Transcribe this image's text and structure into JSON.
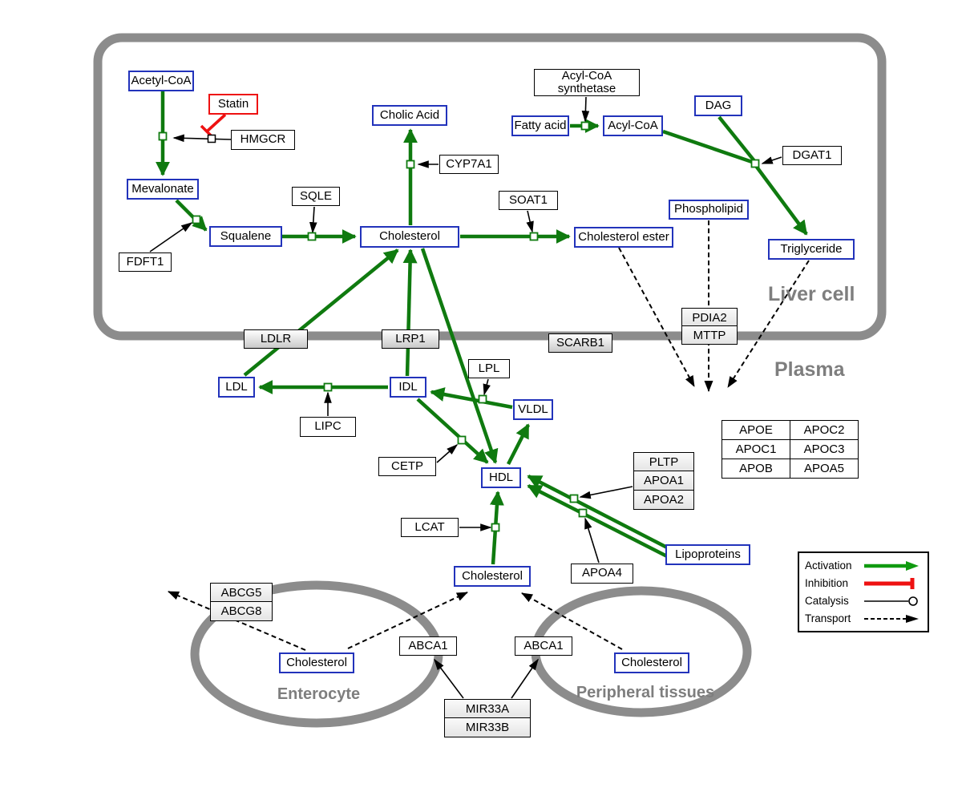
{
  "regions": {
    "liver": "Liver cell",
    "plasma": "Plasma",
    "enterocyte": "Enterocyte",
    "peripheral": "Peripheral tissues"
  },
  "nodes": {
    "acetyl_coa": "Acetyl-CoA",
    "statin": "Statin",
    "hmgcr": "HMGCR",
    "mevalonate": "Mevalonate",
    "fdft1": "FDFT1",
    "squalene": "Squalene",
    "sqle": "SQLE",
    "cholic_acid": "Cholic Acid",
    "cyp7a1": "CYP7A1",
    "cholesterol_liver": "Cholesterol",
    "soat1": "SOAT1",
    "cholesterol_ester": "Cholesterol ester",
    "acyl_coa_synthetase": "Acyl-CoA synthetase",
    "fatty_acid": "Fatty acid",
    "acyl_coa2": "Acyl-CoA",
    "dag": "DAG",
    "dgat1": "DGAT1",
    "phospholipid": "Phospholipid",
    "triglyceride": "Triglyceride",
    "pdia2": "PDIA2",
    "mttp": "MTTP",
    "ldlr": "LDLR",
    "lrp1": "LRP1",
    "scarb1": "SCARB1",
    "ldl": "LDL",
    "idl": "IDL",
    "vldl": "VLDL",
    "hdl": "HDL",
    "lpl": "LPL",
    "lipc": "LIPC",
    "cetp": "CETP",
    "lcat": "LCAT",
    "pltp": "PLTP",
    "apoa1": "APOA1",
    "apoa2": "APOA2",
    "apoa4": "APOA4",
    "lipoproteins": "Lipoproteins",
    "cholesterol_plasma": "Cholesterol",
    "abcg5": "ABCG5",
    "abcg8": "ABCG8",
    "cholesterol_enterocyte": "Cholesterol",
    "abca1_left": "ABCA1",
    "abca1_right": "ABCA1",
    "cholesterol_peripheral": "Cholesterol",
    "mir33a": "MIR33A",
    "mir33b": "MIR33B"
  },
  "apo_table": {
    "rows": [
      [
        "APOE",
        "APOC2"
      ],
      [
        "APOC1",
        "APOC3"
      ],
      [
        "APOB",
        "APOA5"
      ]
    ]
  },
  "legend": {
    "activation": "Activation",
    "inhibition": "Inhibition",
    "catalysis": "Catalysis",
    "transport": "Transport"
  },
  "colors": {
    "activation_green": "#0f7a0f",
    "inhibition_red": "#ee1111",
    "metabolite_blue": "#2233bb",
    "membrane_gray": "#8c8c8c"
  },
  "edges": [
    {
      "from": "Acetyl-CoA",
      "to": "Mevalonate",
      "type": "conversion",
      "enzyme": "HMGCR",
      "inhibited_by": "Statin"
    },
    {
      "from": "Mevalonate",
      "to": "Squalene",
      "type": "conversion",
      "enzyme": "FDFT1"
    },
    {
      "from": "Squalene",
      "to": "Cholesterol",
      "type": "conversion",
      "enzyme": "SQLE"
    },
    {
      "from": "Cholesterol",
      "to": "Cholic Acid",
      "type": "conversion",
      "enzyme": "CYP7A1"
    },
    {
      "from": "Cholesterol",
      "to": "Cholesterol ester",
      "type": "conversion",
      "enzyme": "SOAT1"
    },
    {
      "from": "Fatty acid",
      "to": "Acyl-CoA",
      "type": "conversion",
      "enzyme": "Acyl-CoA synthetase"
    },
    {
      "from": "Acyl-CoA",
      "to": "Triglyceride",
      "type": "conversion",
      "enzyme": "DGAT1"
    },
    {
      "from": "DAG",
      "to": "Triglyceride",
      "type": "conversion",
      "enzyme": "DGAT1"
    },
    {
      "from": "LDL",
      "to": "Cholesterol",
      "type": "activation",
      "via": "LDLR"
    },
    {
      "from": "IDL",
      "to": "Cholesterol",
      "type": "activation",
      "via": "LRP1"
    },
    {
      "from": "Cholesterol",
      "to": "HDL",
      "type": "activation"
    },
    {
      "from": "IDL",
      "to": "LDL",
      "type": "conversion",
      "enzyme": "LIPC"
    },
    {
      "from": "VLDL",
      "to": "IDL",
      "type": "conversion",
      "enzyme": "LPL"
    },
    {
      "from": "IDL",
      "to": "HDL",
      "type": "conversion",
      "enzyme": "CETP"
    },
    {
      "from": "HDL",
      "to": "VLDL",
      "type": "activation"
    },
    {
      "from": "Lipoproteins",
      "to": "HDL",
      "type": "activation",
      "enzymes": [
        "PLTP",
        "APOA1",
        "APOA2"
      ]
    },
    {
      "from": "Lipoproteins",
      "to": "HDL",
      "type": "activation",
      "enzymes": [
        "APOA4"
      ]
    },
    {
      "from": "Cholesterol",
      "to": "HDL",
      "type": "conversion",
      "enzyme": "LCAT"
    },
    {
      "from": "Cholesterol ester",
      "to": "Plasma",
      "type": "transport"
    },
    {
      "from": "Phospholipid",
      "to": "Plasma",
      "type": "transport",
      "via": "PDIA2, MTTP"
    },
    {
      "from": "Triglyceride",
      "to": "Plasma",
      "type": "transport"
    },
    {
      "from": "Cholesterol",
      "type": "transport",
      "via": "ABCG5, ABCG8"
    },
    {
      "from": "Cholesterol",
      "to": "Cholesterol",
      "type": "transport",
      "via": "ABCA1"
    },
    {
      "from": "Cholesterol",
      "to": "Cholesterol",
      "type": "transport",
      "via": "ABCA1"
    },
    {
      "from": "MIR33A",
      "to": "ABCA1",
      "type": "regulation"
    },
    {
      "from": "MIR33B",
      "to": "ABCA1",
      "type": "regulation"
    },
    {
      "from": "Statin",
      "to": "HMGCR",
      "type": "inhibition"
    }
  ]
}
